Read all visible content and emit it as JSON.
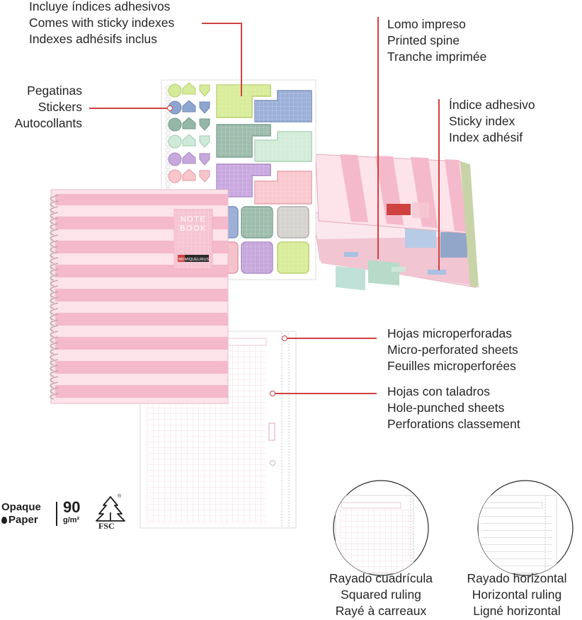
{
  "callouts": {
    "sticky_indexes": [
      "Incluye índices adhesivos",
      "Comes with sticky indexes",
      "Indexes adhésifs inclus"
    ],
    "printed_spine": [
      "Lomo impreso",
      "Printed spine",
      "Tranche imprimée"
    ],
    "stickers": [
      "Pegatinas",
      "Stickers",
      "Autocollants"
    ],
    "sticky_index": [
      "Índice adhesivo",
      "Sticky index",
      "Index adhésif"
    ],
    "micro_perforated": [
      "Hojas microperforadas",
      "Micro-perforated sheets",
      "Feuilles microperforées"
    ],
    "hole_punched": [
      "Hojas con taladros",
      "Hole-punched sheets",
      "Perforations classement"
    ]
  },
  "notebook": {
    "cover_title_line1": "NOTE",
    "cover_title_line2": "BOOK",
    "brand": "MIQUELRIUS",
    "brand_short": "MR",
    "stripe_color": "#f4b9cb",
    "stripe_light": "#fde3ea",
    "accent": "#d0423f"
  },
  "badges": {
    "opaque_line1": "Opaque",
    "opaque_line2": "Paper",
    "weight_value": "90",
    "weight_unit": "g/m²",
    "fsc": "FSC",
    "fsc_reg": "®"
  },
  "rulings": {
    "squared": [
      "Rayado cuadrícula",
      "Squared ruling",
      "Rayé à carreaux"
    ],
    "horizontal": [
      "Rayado horizontal",
      "Horizontal ruling",
      "Ligné horizontal"
    ]
  }
}
